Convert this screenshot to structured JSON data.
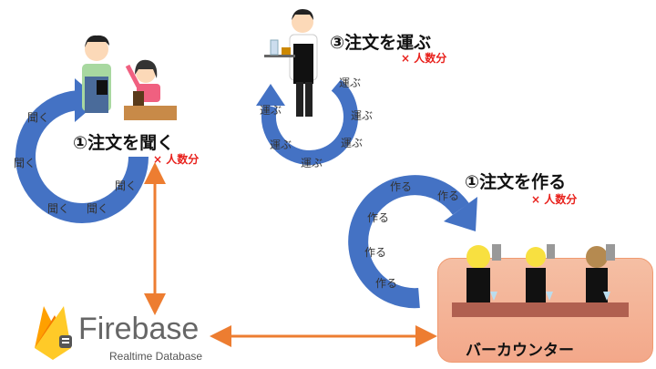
{
  "colors": {
    "loop_arrow": "#4472c4",
    "connector": "#ed7d31",
    "multiplier": "#e8211c",
    "counter": "#f4b183"
  },
  "steps": [
    {
      "title": "①注文を聞く",
      "multiplier": "× 人数分",
      "loop_word": "聞く"
    },
    {
      "title": "③注文を運ぶ",
      "multiplier": "× 人数分",
      "loop_word": "運ぶ"
    },
    {
      "title": "①注文を作る",
      "multiplier": "× 人数分",
      "loop_word": "作る"
    }
  ],
  "counter": {
    "label": "バーカウンター"
  },
  "firebase": {
    "name": "Firebase",
    "product": "Realtime Database"
  }
}
